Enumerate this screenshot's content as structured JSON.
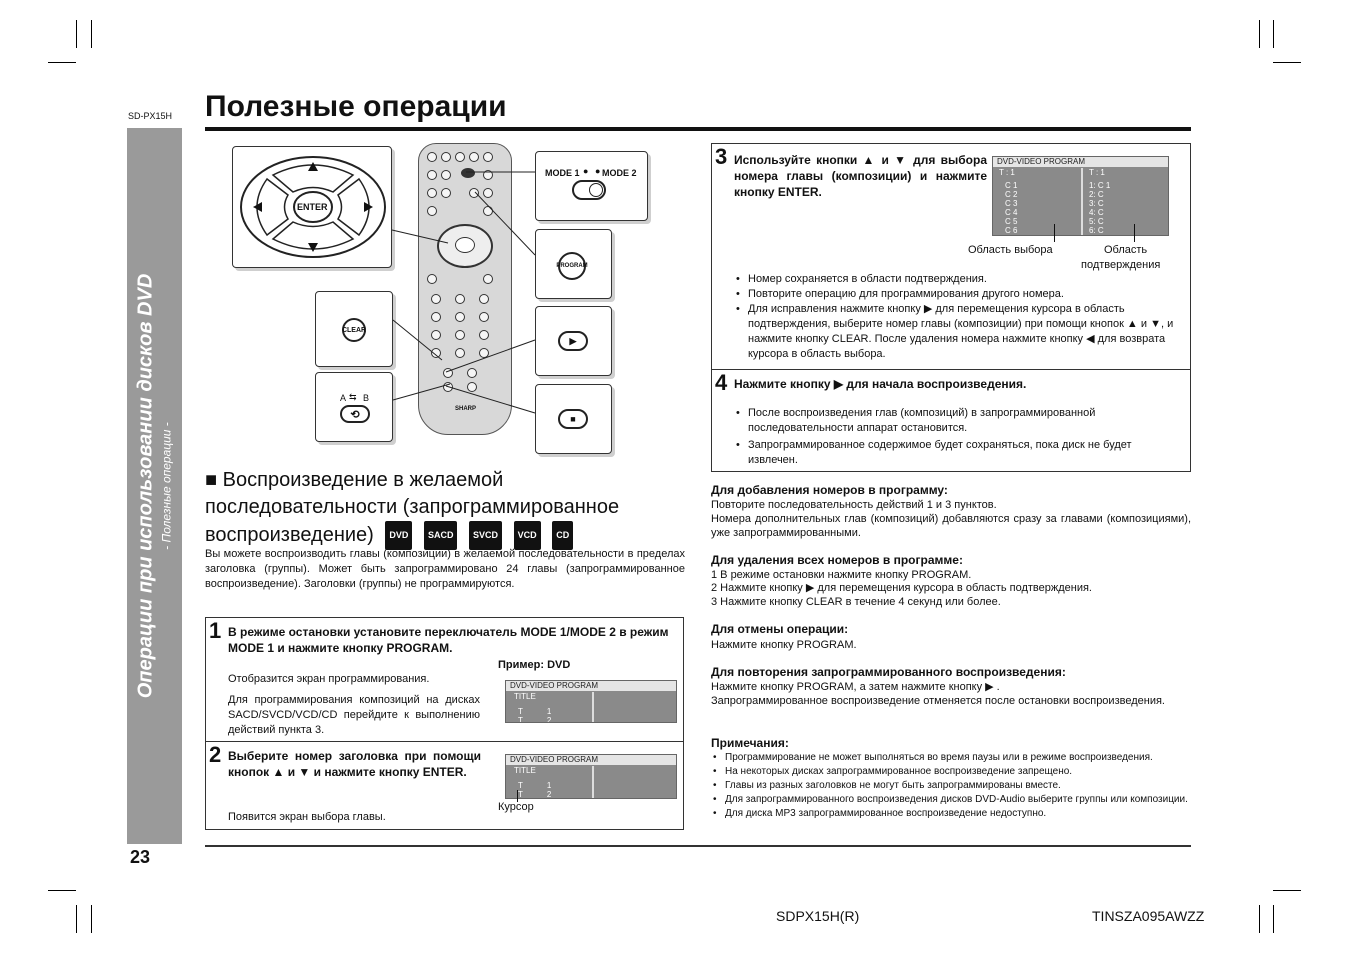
{
  "header": {
    "model": "SD-PX15H",
    "title": "Полезные операции"
  },
  "sidebar": {
    "main": "Операции при использовании дисков DVD",
    "sub": "- Полезные операции -"
  },
  "page_number": "23",
  "footer": {
    "left": "SDPX15H(R)",
    "right": "TINSZA095AWZZ"
  },
  "remote": {
    "enter_label": "ENTER",
    "mode_label_1": "MODE 1",
    "mode_label_2": "MODE 2",
    "program_label": "PROGRAM",
    "clear_label": "CLEAR",
    "ab_label": "A",
    "ab_label_b": "B",
    "brand": "SHARP"
  },
  "section": {
    "title_line1": "Воспроизведение в желаемой",
    "title_line2": "последовательности (запрограммированное",
    "title_line3": "воспроизведение)",
    "formats": [
      "DVD",
      "SACD",
      "SVCD",
      "VCD",
      "CD"
    ],
    "intro": "Вы можете воспроизводить главы (композиции) в желаемой последовательности в пределах заголовка (группы). Может быть запрограммировано 24 главы (запрограммированное воспроизведение). Заголовки (группы) не программируются."
  },
  "step1": {
    "num": "1",
    "head": "В режиме остановки установите переключатель MODE 1/MODE 2 в режим MODE 1 и нажмите кнопку PROGRAM.",
    "example": "Пример: DVD",
    "text1": "Отобразится экран программирования.",
    "text2": "Для программирования композиций на дисках SACD/SVCD/VCD/CD перейдите к выполнению действий пункта 3.",
    "screen_title": "DVD-VIDEO PROGRAM",
    "screen_row_label": "TITLE",
    "screen_t1": "T",
    "screen_v1": "1",
    "screen_t2": "T",
    "screen_v2": "2"
  },
  "step2": {
    "num": "2",
    "head": "Выберите номер заголовка при помощи кнопок ▲ и ▼ и нажмите кнопку ENTER.",
    "text": "Появится экран выбора главы.",
    "cursor": "Курсор",
    "screen_title": "DVD-VIDEO PROGRAM",
    "screen_row_label": "TITLE",
    "screen_t1": "T",
    "screen_v1": "1",
    "screen_t2": "T",
    "screen_v2": "2"
  },
  "step3": {
    "num": "3",
    "head": "Используйте кнопки ▲ и ▼ для выбора номера главы (композиции) и нажмите кнопку ENTER.",
    "screen_title": "DVD-VIDEO PROGRAM",
    "screen_left_head": "T  :    1",
    "screen_right_head": "T  :    1",
    "screen_left_rows": [
      "C      1",
      "C      2",
      "C      3",
      "C      4",
      "C      5",
      "C      6"
    ],
    "screen_right_rows": [
      "1: C       1",
      "2: C",
      "3: C",
      "4: C",
      "5: C",
      "6: C"
    ],
    "label_select": "Область выбора",
    "label_confirm_1": "Область",
    "label_confirm_2": "подтверждения",
    "bullets": [
      "Номер сохраняется в области подтверждения.",
      "Повторите операцию для программирования другого номера.",
      "Для исправления нажмите кнопку ▶ для перемещения курсора в область подтверждения, выберите номер главы (композиции) при помощи кнопок ▲ и ▼, и нажмите кнопку CLEAR. После удаления номера нажмите кнопку ◀ для возврата курсора в область выбора."
    ]
  },
  "step4": {
    "num": "4",
    "head": "Нажмите кнопку ▶ для начала воспроизведения.",
    "bullets": [
      "После воспроизведения глав (композиций) в запрограммированной последовательности аппарат остановится.",
      "Запрограммированное содержимое будет сохраняться, пока диск не будет извлечен."
    ]
  },
  "add": {
    "head": "Для добавления номеров в программу:",
    "text1": "Повторите последовательность действий 1 и 3 пунктов.",
    "text2": "Номера дополнительных глав (композиций) добавляются сразу за главами (композициями), уже запрограммированными."
  },
  "delete": {
    "head": "Для удаления всех номеров в программе:",
    "items": [
      "1  В режиме остановки нажмите кнопку PROGRAM.",
      "2  Нажмите кнопку ▶ для перемещения курсора в область подтверждения.",
      "3  Нажмите кнопку CLEAR в течение 4 секунд или более."
    ]
  },
  "cancel": {
    "head": "Для отмены операции:",
    "text": "Нажмите кнопку PROGRAM."
  },
  "repeat": {
    "head": "Для повторения запрограммированного воспроизведения:",
    "text1": "Нажмите кнопку PROGRAM, а затем нажмите кнопку ▶ .",
    "text2": "Запрограммированное воспроизведение отменяется после остановки воспроизведения."
  },
  "notes": {
    "head": "Примечания:",
    "items": [
      "Программирование не может выполняться во время паузы или в режиме воспроизведения.",
      "На некоторых дисках запрограммированное воспроизведение запрещено.",
      "Главы из разных заголовков не могут быть запрограммированы вместе.",
      "Для запрограммированного воспроизведения дисков DVD-Audio выберите группы или композиции.",
      "Для диска MP3 запрограммированное воспроизведение недоступно."
    ]
  }
}
